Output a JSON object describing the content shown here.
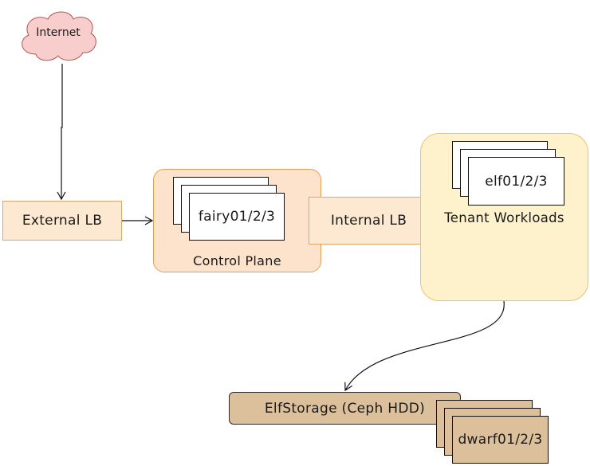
{
  "nodes": {
    "internet": "Internet",
    "external_lb": "External LB",
    "control_plane": "Control Plane",
    "fairy": "fairy01/2/3",
    "internal_lb": "Internal LB",
    "tenant_workloads": "Tenant Workloads",
    "elf": "elf01/2/3",
    "elf_storage": "ElfStorage (Ceph HDD)",
    "dwarf": "dwarf01/2/3"
  },
  "colors": {
    "cloud_fill": "#f8cecc",
    "cloud_stroke": "#b85450",
    "lb_fill": "#fde9d2",
    "control_plane_fill": "#fde3cc",
    "tenant_fill": "#fef2cc",
    "storage_fill": "#dcc09c"
  }
}
